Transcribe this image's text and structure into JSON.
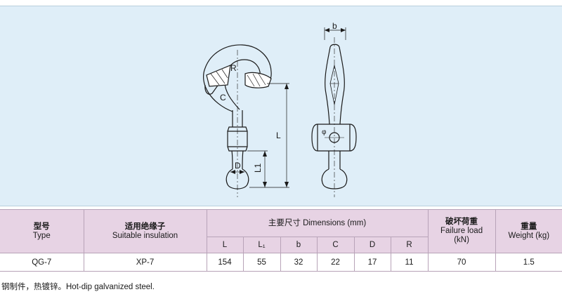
{
  "drawing": {
    "labels": {
      "b": "b",
      "r": "R",
      "c": "C",
      "l": "L",
      "l1": "L1",
      "d": "D",
      "phi": "φ"
    }
  },
  "table": {
    "type_zh": "型号",
    "type_en": "Type",
    "insulation_zh": "适用绝缘子",
    "insulation_en": "Suitable insulation",
    "dimensions_title": "主要尺寸 Dimensions (mm)",
    "dimension_columns": [
      "L",
      "L₁",
      "b",
      "C",
      "D",
      "R"
    ],
    "failure_zh": "破坏荷重",
    "failure_en": "Failure load",
    "failure_unit": "(kN)",
    "weight_zh": "重量",
    "weight_en": "Weight (kg)",
    "rows": [
      {
        "type": "QG-7",
        "insulation": "XP-7",
        "dims": [
          "154",
          "55",
          "32",
          "22",
          "17",
          "11"
        ],
        "failure_load": "70",
        "weight": "1.5"
      }
    ]
  },
  "note": "钢制件，热镀锌。Hot-dip galvanized steel."
}
